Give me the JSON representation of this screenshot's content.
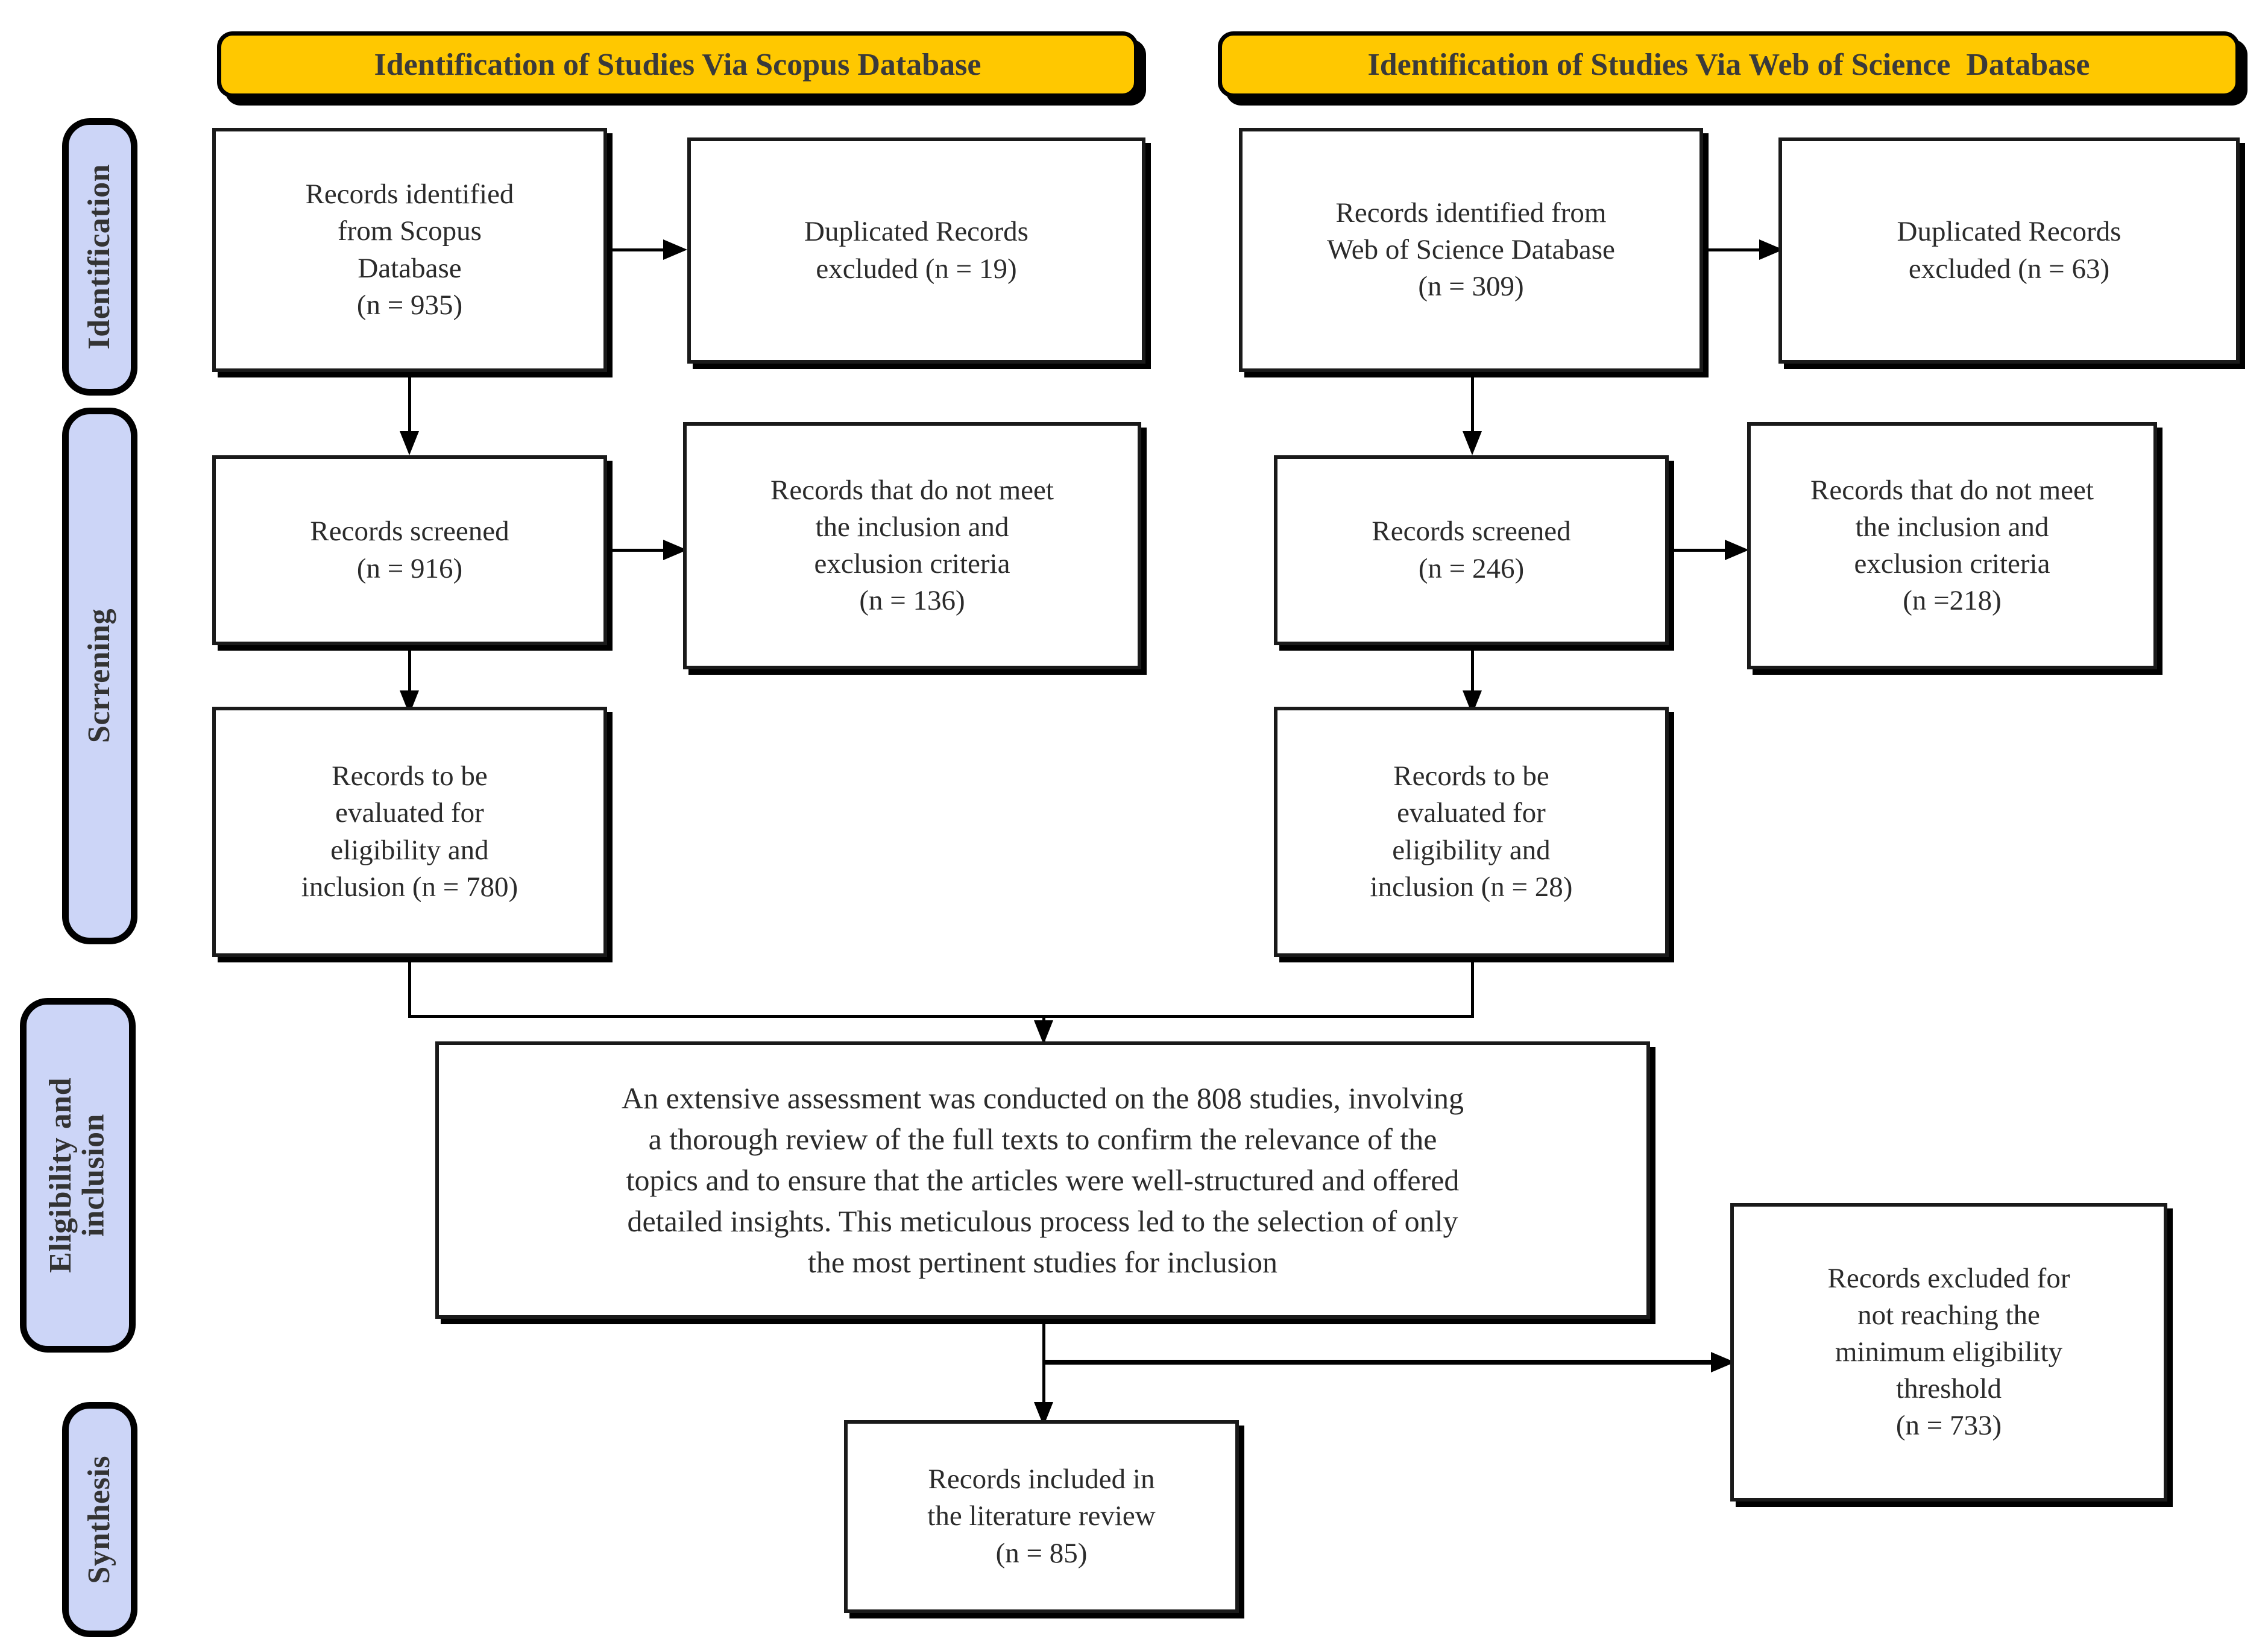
{
  "stages": [
    {
      "id": "identification",
      "label": "Identification"
    },
    {
      "id": "screening",
      "label": "Scrrening"
    },
    {
      "id": "eligibility-inclusion",
      "label": "Eligibility and\ninclusion"
    },
    {
      "id": "synthesis",
      "label": "Synthesis"
    }
  ],
  "banners": [
    {
      "id": "scopus",
      "label": "Identification of Studies Via Scopus Database"
    },
    {
      "id": "web-of-science",
      "label": "Identification of Studies Via Web of Science  Database"
    }
  ],
  "nodes": {
    "scopus_identified": "Records identified\nfrom Scopus\nDatabase\n(n = 935)",
    "scopus_duplicates": "Duplicated Records\nexcluded (n = 19)",
    "scopus_screened": "Records screened\n(n = 916)",
    "scopus_not_meeting": "Records that do not meet\nthe inclusion and\nexclusion criteria\n(n = 136)",
    "scopus_eligibility": "Records to be\nevaluated for\neligibility and\ninclusion (n = 780)",
    "wos_identified": "Records identified from\nWeb of Science Database\n(n = 309)",
    "wos_duplicates": "Duplicated Records\nexcluded  (n = 63)",
    "wos_screened": "Records screened\n(n = 246)",
    "wos_not_meeting": "Records that do not meet\nthe inclusion and\nexclusion criteria\n(n =218)",
    "wos_eligibility": "Records to be\nevaluated for\neligibility and\ninclusion (n = 28)",
    "assessment": "An extensive assessment was conducted on the 808 studies, involving\na thorough review of the full texts to confirm the relevance of the\ntopics and to ensure that the articles were well-structured and offered\ndetailed insights. This meticulous process led to the selection of only\nthe most pertinent studies for inclusion",
    "excluded_threshold": "Records excluded for\nnot reaching the\nminimum eligibility\nthreshold\n(n = 733)",
    "included_review": "Records included in\nthe literature review\n(n = 85)"
  },
  "colors": {
    "banner_fill": "#ffc800",
    "stage_fill": "#ccd5f7",
    "outline": "#000000",
    "text": "#2b2b2b"
  },
  "counts": {
    "scopus_identified": 935,
    "scopus_duplicates_excluded": 19,
    "scopus_screened": 916,
    "scopus_not_meeting": 136,
    "scopus_eligibility": 780,
    "wos_identified": 309,
    "wos_duplicates_excluded": 63,
    "wos_screened": 246,
    "wos_not_meeting": 218,
    "wos_eligibility": 28,
    "assessment_studies": 808,
    "excluded_threshold": 733,
    "included_review": 85
  }
}
